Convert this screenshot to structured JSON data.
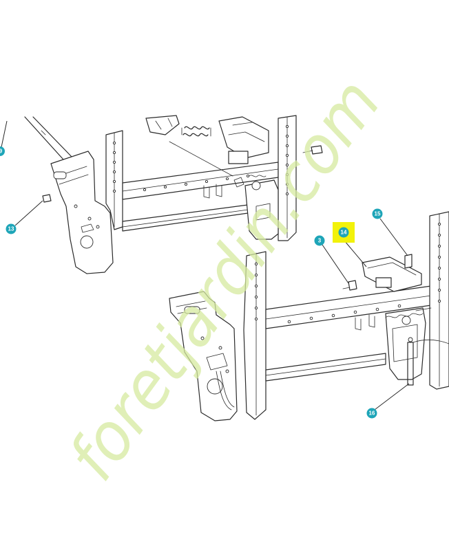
{
  "colors": {
    "callout": "#1ea5b8",
    "callout_highlight": "#f2f20a",
    "watermark": "#d6eaa0",
    "line": "#2a2a2a",
    "background": "#ffffff"
  },
  "callouts": [
    {
      "id": "callout-9",
      "label": "9"
    },
    {
      "id": "callout-13",
      "label": "13"
    },
    {
      "id": "callout-3",
      "label": "3"
    },
    {
      "id": "callout-14",
      "label": "14",
      "highlighted": true
    },
    {
      "id": "callout-15",
      "label": "15"
    },
    {
      "id": "callout-16",
      "label": "16"
    }
  ],
  "watermark": {
    "text": "foretjardin.com"
  }
}
